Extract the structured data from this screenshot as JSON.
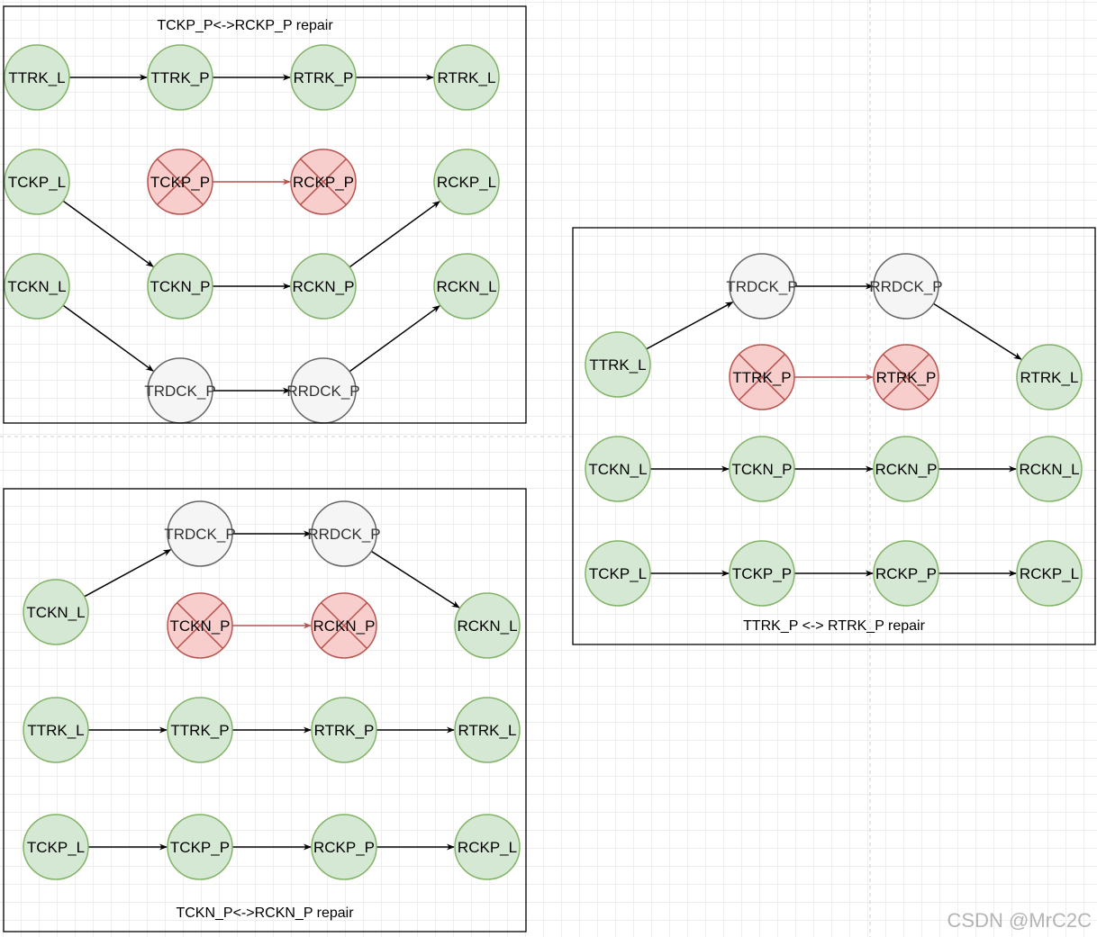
{
  "colors": {
    "ok": {
      "fill": "#d5e8d4",
      "stroke": "#82b366",
      "text": "#000000"
    },
    "failed": {
      "fill": "#f8cecc",
      "stroke": "#b85450",
      "text": "#000000",
      "cross": "#b85450"
    },
    "spare": {
      "fill": "#f5f5f5",
      "stroke": "#666666",
      "text": "#333333"
    },
    "edge": "#000000",
    "failed_edge": "#b85450"
  },
  "panels": [
    {
      "id": "tckp",
      "title": "TCKP_P<->RCKP_P repair",
      "nodes": [
        {
          "id": "a1",
          "label": "TTRK_L",
          "state": "ok"
        },
        {
          "id": "a2",
          "label": "TTRK_P",
          "state": "ok"
        },
        {
          "id": "a3",
          "label": "RTRK_P",
          "state": "ok"
        },
        {
          "id": "a4",
          "label": "RTRK_L",
          "state": "ok"
        },
        {
          "id": "b1",
          "label": "TCKP_L",
          "state": "ok"
        },
        {
          "id": "b2",
          "label": "TCKP_P",
          "state": "failed"
        },
        {
          "id": "b3",
          "label": "RCKP_P",
          "state": "failed"
        },
        {
          "id": "b4",
          "label": "RCKP_L",
          "state": "ok"
        },
        {
          "id": "c1",
          "label": "TCKN_L",
          "state": "ok"
        },
        {
          "id": "c2",
          "label": "TCKN_P",
          "state": "ok"
        },
        {
          "id": "c3",
          "label": "RCKN_P",
          "state": "ok"
        },
        {
          "id": "c4",
          "label": "RCKN_L",
          "state": "ok"
        },
        {
          "id": "d2",
          "label": "TRDCK_P",
          "state": "spare"
        },
        {
          "id": "d3",
          "label": "RRDCK_P",
          "state": "spare"
        }
      ],
      "edges": [
        {
          "from": "a1",
          "to": "a2"
        },
        {
          "from": "a2",
          "to": "a3"
        },
        {
          "from": "a3",
          "to": "a4"
        },
        {
          "from": "b2",
          "to": "b3",
          "failed": true
        },
        {
          "from": "b1",
          "to": "c2"
        },
        {
          "from": "c3",
          "to": "b4"
        },
        {
          "from": "c2",
          "to": "c3"
        },
        {
          "from": "c1",
          "to": "d2"
        },
        {
          "from": "d2",
          "to": "d3"
        },
        {
          "from": "d3",
          "to": "c4"
        }
      ]
    },
    {
      "id": "tckn",
      "title": "TCKN_P<->RCKN_P repair",
      "nodes": [
        {
          "id": "e2",
          "label": "TRDCK_P",
          "state": "spare"
        },
        {
          "id": "e3",
          "label": "RRDCK_P",
          "state": "spare"
        },
        {
          "id": "f1",
          "label": "TCKN_L",
          "state": "ok"
        },
        {
          "id": "f2",
          "label": "TCKN_P",
          "state": "failed"
        },
        {
          "id": "f3",
          "label": "RCKN_P",
          "state": "failed"
        },
        {
          "id": "f4",
          "label": "RCKN_L",
          "state": "ok"
        },
        {
          "id": "g1",
          "label": "TTRK_L",
          "state": "ok"
        },
        {
          "id": "g2",
          "label": "TTRK_P",
          "state": "ok"
        },
        {
          "id": "g3",
          "label": "RTRK_P",
          "state": "ok"
        },
        {
          "id": "g4",
          "label": "RTRK_L",
          "state": "ok"
        },
        {
          "id": "h1",
          "label": "TCKP_L",
          "state": "ok"
        },
        {
          "id": "h2",
          "label": "TCKP_P",
          "state": "ok"
        },
        {
          "id": "h3",
          "label": "RCKP_P",
          "state": "ok"
        },
        {
          "id": "h4",
          "label": "RCKP_L",
          "state": "ok"
        }
      ],
      "edges": [
        {
          "from": "f1",
          "to": "e2"
        },
        {
          "from": "e2",
          "to": "e3"
        },
        {
          "from": "e3",
          "to": "f4"
        },
        {
          "from": "f2",
          "to": "f3",
          "failed": true
        },
        {
          "from": "g1",
          "to": "g2"
        },
        {
          "from": "g2",
          "to": "g3"
        },
        {
          "from": "g3",
          "to": "g4"
        },
        {
          "from": "h1",
          "to": "h2"
        },
        {
          "from": "h2",
          "to": "h3"
        },
        {
          "from": "h3",
          "to": "h4"
        }
      ]
    },
    {
      "id": "ttrk",
      "title": "TTRK_P <-> RTRK_P repair",
      "nodes": [
        {
          "id": "i2",
          "label": "TRDCK_P",
          "state": "spare"
        },
        {
          "id": "i3",
          "label": "RRDCK_P",
          "state": "spare"
        },
        {
          "id": "j1",
          "label": "TTRK_L",
          "state": "ok"
        },
        {
          "id": "j2",
          "label": "TTRK_P",
          "state": "failed"
        },
        {
          "id": "j3",
          "label": "RTRK_P",
          "state": "failed"
        },
        {
          "id": "j4",
          "label": "RTRK_L",
          "state": "ok"
        },
        {
          "id": "k1",
          "label": "TCKN_L",
          "state": "ok"
        },
        {
          "id": "k2",
          "label": "TCKN_P",
          "state": "ok"
        },
        {
          "id": "k3",
          "label": "RCKN_P",
          "state": "ok"
        },
        {
          "id": "k4",
          "label": "RCKN_L",
          "state": "ok"
        },
        {
          "id": "l1",
          "label": "TCKP_L",
          "state": "ok"
        },
        {
          "id": "l2",
          "label": "TCKP_P",
          "state": "ok"
        },
        {
          "id": "l3",
          "label": "RCKP_P",
          "state": "ok"
        },
        {
          "id": "l4",
          "label": "RCKP_L",
          "state": "ok"
        }
      ],
      "edges": [
        {
          "from": "j1",
          "to": "i2"
        },
        {
          "from": "i2",
          "to": "i3"
        },
        {
          "from": "i3",
          "to": "j4"
        },
        {
          "from": "j2",
          "to": "j3",
          "failed": true
        },
        {
          "from": "k1",
          "to": "k2"
        },
        {
          "from": "k2",
          "to": "k3"
        },
        {
          "from": "k3",
          "to": "k4"
        },
        {
          "from": "l1",
          "to": "l2"
        },
        {
          "from": "l2",
          "to": "l3"
        },
        {
          "from": "l3",
          "to": "l4"
        }
      ]
    }
  ],
  "watermark": "CSDN @MrC2C"
}
